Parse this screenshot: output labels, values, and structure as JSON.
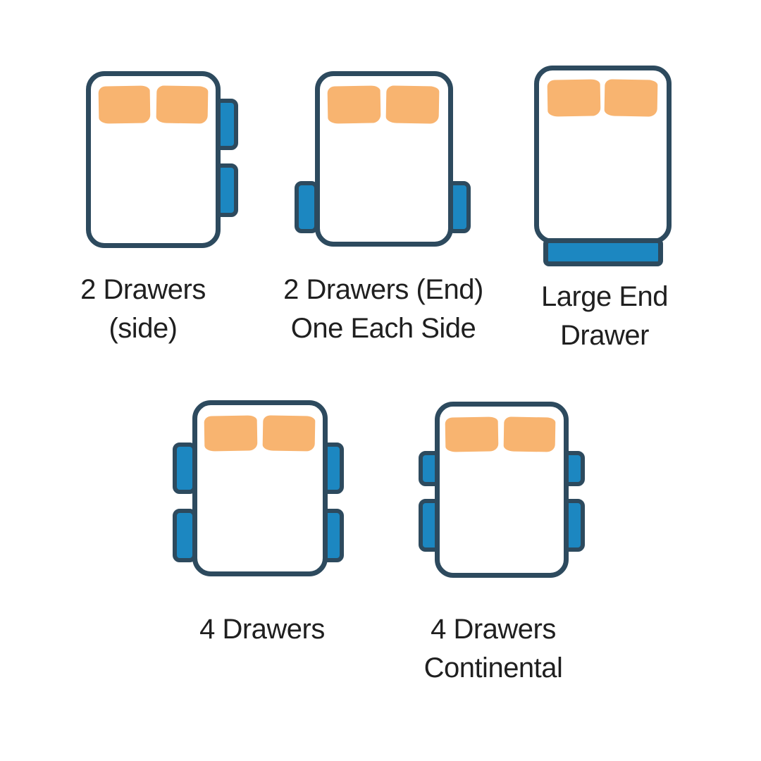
{
  "colors": {
    "background": "#ffffff",
    "bed": "#ffffff",
    "outline": "#2d4a5e",
    "drawer": "#1c87c1",
    "pillow": "#f8b470",
    "text": "#1f1f1f"
  },
  "figures": [
    {
      "name": "2-drawers-side",
      "lines": [
        "2 Drawers",
        "(side)"
      ],
      "drawer_count": 2,
      "drawer_layout": "two drawers on right side"
    },
    {
      "name": "2-drawers-end-one-each-side",
      "lines": [
        "2 Drawers (End)",
        "One Each Side"
      ],
      "drawer_count": 2,
      "drawer_layout": "one drawer each side at foot end"
    },
    {
      "name": "large-end-drawer",
      "lines": [
        "Large End",
        "Drawer"
      ],
      "drawer_count": 1,
      "drawer_layout": "single wide drawer at foot end"
    },
    {
      "name": "4-drawers",
      "lines": [
        "4 Drawers",
        ""
      ],
      "drawer_count": 4,
      "drawer_layout": "two drawers each side, equal size"
    },
    {
      "name": "4-drawers-continental",
      "lines": [
        "4 Drawers",
        "Continental"
      ],
      "drawer_count": 4,
      "drawer_layout": "two drawers each side, smaller upper drawers"
    }
  ]
}
